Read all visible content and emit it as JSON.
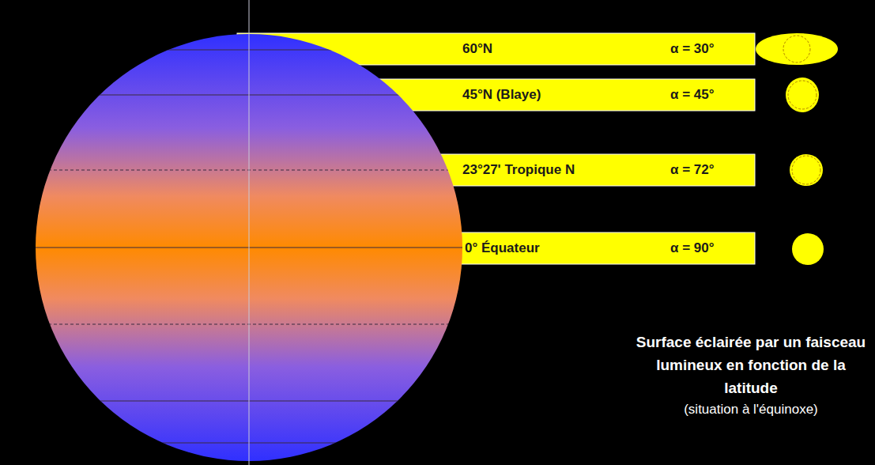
{
  "diagram": {
    "caption": "Surface éclairée par un faisceau lumineux en fonction de la latitude",
    "nodes": [
      {
        "text": [
          "60°N",
          "α = 30°"
        ]
      },
      {
        "text": [
          "45°N (Blaye)",
          "α = 45°"
        ]
      },
      {
        "text": [
          "23°27' Tropique N",
          "α = 72°"
        ]
      },
      {
        "text": [
          "0° Équateur",
          "α =  90°"
        ]
      }
    ],
    "labels": [
      "(situation à l'équinoxe)"
    ]
  }
}
